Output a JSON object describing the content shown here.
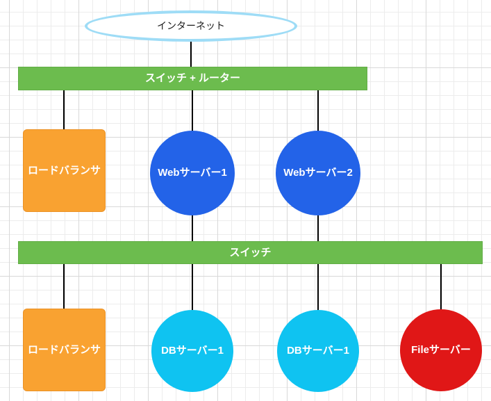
{
  "diagram": {
    "title": "network-architecture-diagram",
    "nodes": {
      "internet": {
        "label": "インターネット",
        "shape": "ellipse",
        "fill": "#ffffff",
        "stroke": "#9edcf6",
        "text_color": "#1a1a1a"
      },
      "switch_router": {
        "label": "スイッチ + ルーター",
        "shape": "bar",
        "fill": "#6cbc4e",
        "text_color": "#ffffff"
      },
      "load_balancer_top": {
        "label": "ロードバランサ",
        "shape": "rounded-square",
        "fill": "#f9a231",
        "text_color": "#ffffff"
      },
      "web_server_1": {
        "label": "Webサーバー1",
        "shape": "circle",
        "fill": "#2363e8",
        "text_color": "#ffffff"
      },
      "web_server_2": {
        "label": "Webサーバー2",
        "shape": "circle",
        "fill": "#2363e8",
        "text_color": "#ffffff"
      },
      "switch": {
        "label": "スイッチ",
        "shape": "bar",
        "fill": "#6cbc4e",
        "text_color": "#ffffff"
      },
      "load_balancer_bottom": {
        "label": "ロードバランサ",
        "shape": "rounded-square",
        "fill": "#f9a231",
        "text_color": "#ffffff"
      },
      "db_server_1": {
        "label": "DBサーバー1",
        "shape": "circle",
        "fill": "#0fc3f1",
        "text_color": "#ffffff"
      },
      "db_server_2": {
        "label": "DBサーバー1",
        "shape": "circle",
        "fill": "#0fc3f1",
        "text_color": "#ffffff"
      },
      "file_server": {
        "label": "Fileサーバー",
        "shape": "circle",
        "fill": "#e01717",
        "text_color": "#ffffff"
      }
    },
    "edges": [
      {
        "from": "internet",
        "to": "switch_router"
      },
      {
        "from": "switch_router",
        "to": "load_balancer_top"
      },
      {
        "from": "switch_router",
        "to": "web_server_1"
      },
      {
        "from": "switch_router",
        "to": "web_server_2"
      },
      {
        "from": "web_server_1",
        "to": "switch"
      },
      {
        "from": "web_server_2",
        "to": "switch"
      },
      {
        "from": "switch",
        "to": "load_balancer_bottom"
      },
      {
        "from": "switch",
        "to": "db_server_1"
      },
      {
        "from": "switch",
        "to": "db_server_2"
      },
      {
        "from": "switch",
        "to": "file_server"
      }
    ],
    "colors": {
      "edge": "#000000",
      "grid_minor": "#ececec",
      "grid_major": "#d8d8d8",
      "canvas_background": "#ffffff"
    }
  }
}
